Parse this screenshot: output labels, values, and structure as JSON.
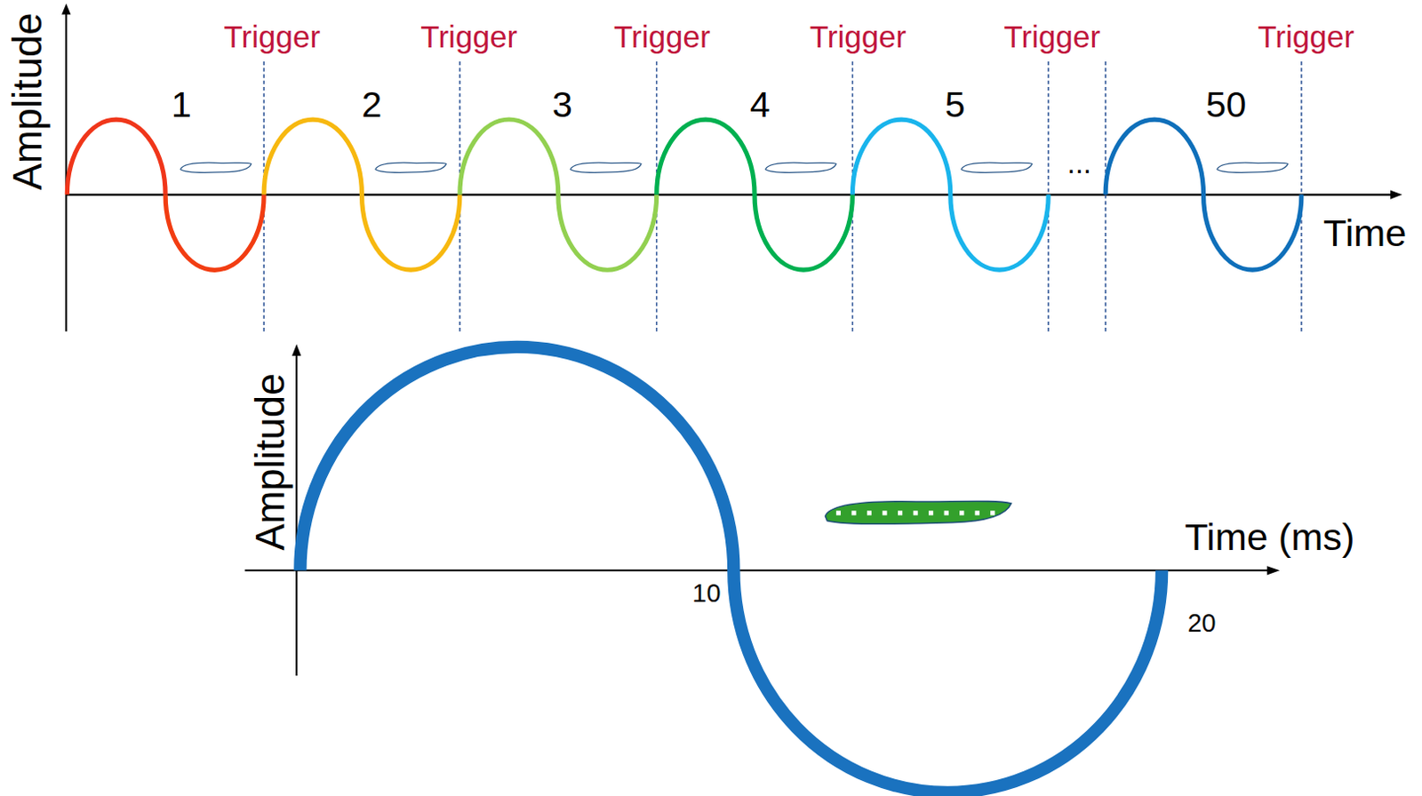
{
  "diagram": {
    "labels": [
      "Amplitude",
      "Trigger",
      "Trigger",
      "Trigger",
      "Trigger",
      "Trigger",
      "Trigger",
      "1",
      "2",
      "3",
      "4",
      "5",
      "50",
      "...",
      "Time",
      "Amplitude",
      "10",
      "Time (ms)",
      "20"
    ]
  }
}
